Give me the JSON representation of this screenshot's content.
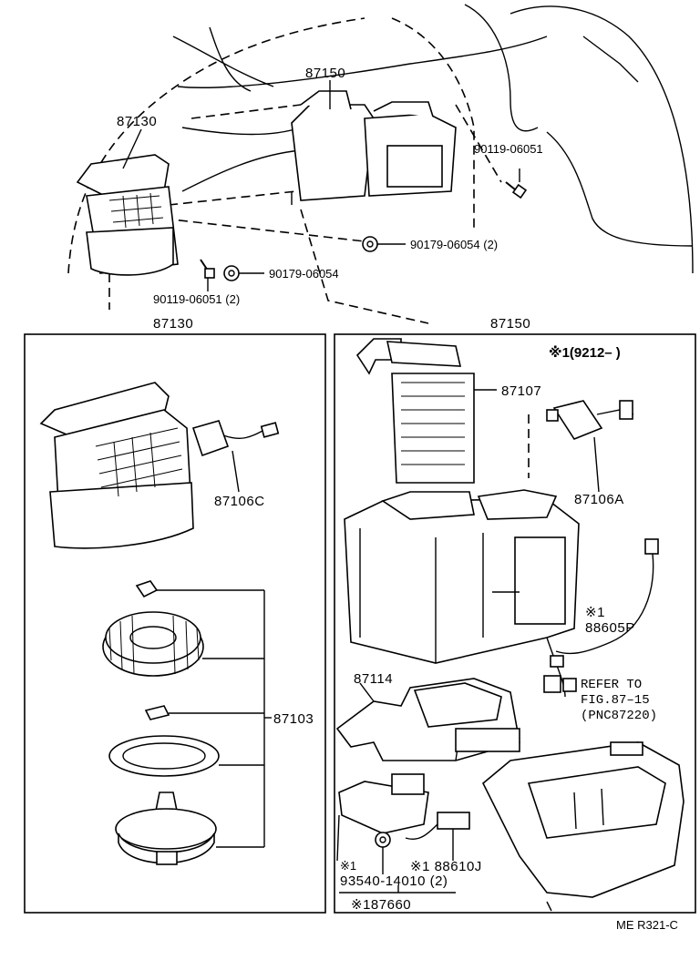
{
  "labels": {
    "top_87150": "87150",
    "top_87130": "87130",
    "bolt_right": "90119-06051",
    "nut_center": "90179-06054 (2)",
    "nut_left": "90179-06054",
    "bolt_left": "90119-06051 (2)",
    "box_left_title": "87130",
    "box_right_title": "87150",
    "p87106C": "87106C",
    "p87103": "87103",
    "p87107": "87107",
    "p87106A": "87106A",
    "note_serial": "※1(9212–     )",
    "p88605P_mark": "※1",
    "p88605P": "88605P",
    "p87114": "87114",
    "refer_line1": "REFER TO",
    "refer_line2": "FIG.87–15",
    "refer_line3": "(PNC87220)",
    "p93540_mark": "※1",
    "p93540": "93540-14010 (2)",
    "p88610J": "※1 88610J",
    "p87660": "※187660",
    "footer_code": "ME R321-C"
  }
}
